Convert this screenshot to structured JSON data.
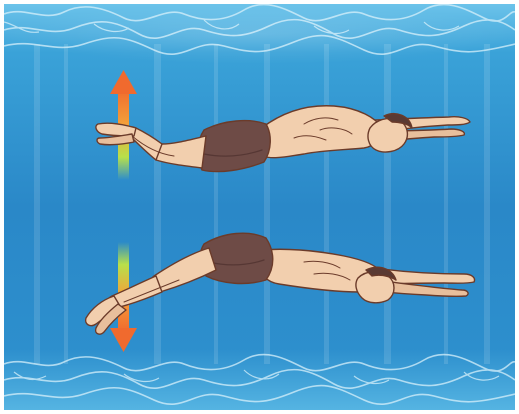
{
  "scene": {
    "subject": "swimmer-dolphin-kick",
    "palette": {
      "water_top": "#8fd1ee",
      "water_mid": "#2f94cf",
      "water_deep": "#1f6fb3",
      "skin": "#f2cfae",
      "skin_shadow": "#d9a985",
      "outline": "#6b3b2a",
      "shorts": "#6e4b46",
      "shorts_dark": "#563734",
      "hair": "#5a3a33",
      "arrow_warm": "#f06a2e",
      "arrow_mid": "#f3a13a",
      "arrow_cool": "#b8e04a"
    },
    "arrows": [
      {
        "name": "up-arrow",
        "direction": "up"
      },
      {
        "name": "down-arrow",
        "direction": "down"
      }
    ]
  }
}
